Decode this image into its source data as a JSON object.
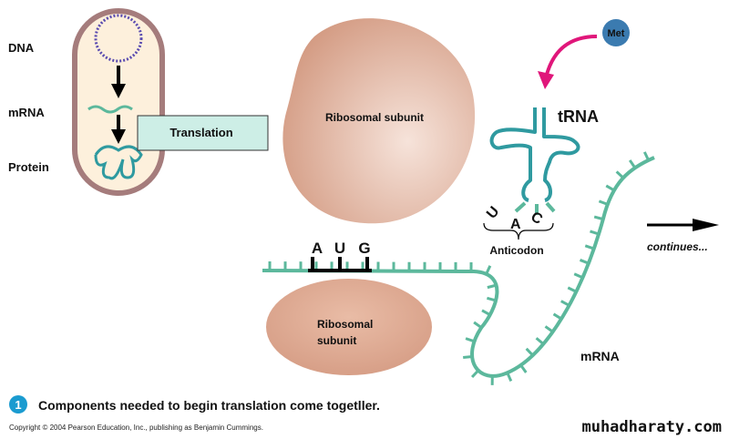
{
  "cell": {
    "labels": {
      "dna": "DNA",
      "mrna": "mRNA",
      "protein": "Protein"
    },
    "translation_box": "Translation"
  },
  "ribosome": {
    "large_subunit": "Ribosomal subunit",
    "small_subunit_line1": "Ribosomal",
    "small_subunit_line2": "subunit"
  },
  "codon": {
    "bases": [
      "A",
      "U",
      "G"
    ]
  },
  "trna": {
    "label": "tRNA",
    "amino_acid": "Met",
    "anticodon_bases": [
      "U",
      "A",
      "C"
    ],
    "anticodon_label": "Anticodon"
  },
  "mrna_label": "mRNA",
  "continues": "continues...",
  "caption": {
    "step": "1",
    "text": "Components needed to begin translation come togetller."
  },
  "copyright": "Copyright © 2004 Pearson Education, Inc., publishing as Benjamin Cummings.",
  "watermark": "muhadharaty.com",
  "colors": {
    "mrna": "#5cb89c",
    "trna": "#2f9aa0",
    "ribosome": "#d9a38c",
    "met": "#3b7bb0",
    "arrow_pink": "#e0167a",
    "translation_box": "#cdeee6",
    "cell_wall": "#a57c7c",
    "cell_fill": "#fdf0dc",
    "dna": "#5a4bb0",
    "step_badge": "#1a9bd0"
  }
}
